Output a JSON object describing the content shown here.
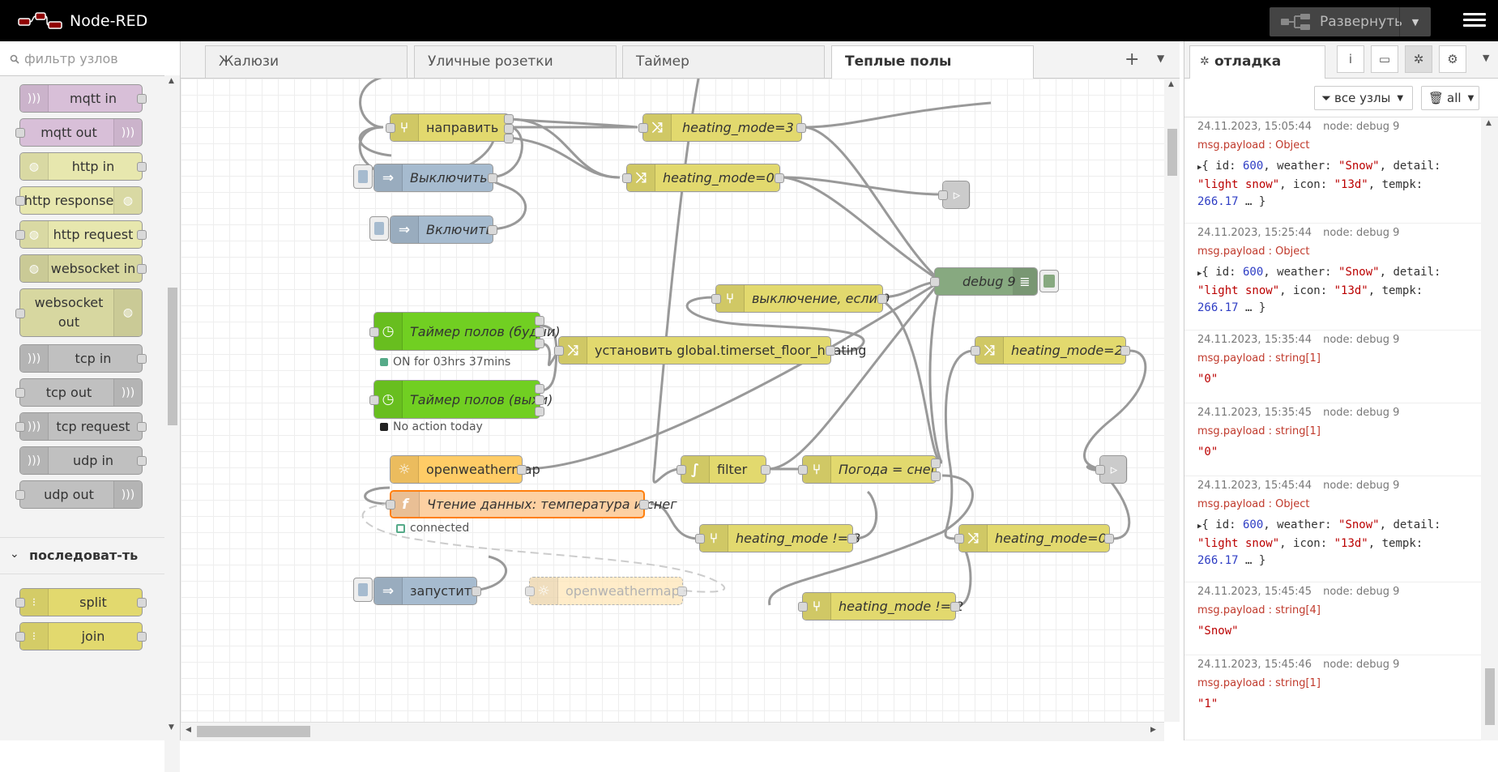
{
  "app": {
    "title": "Node-RED",
    "deploy_label": "Развернуть"
  },
  "palette": {
    "search_placeholder": "фильтр узлов",
    "nodes": [
      {
        "label": "mqtt in"
      },
      {
        "label": "mqtt out"
      },
      {
        "label": "http in"
      },
      {
        "label": "http response"
      },
      {
        "label": "http request"
      },
      {
        "label": "websocket in"
      },
      {
        "label_line1": "websocket",
        "label_line2": "out"
      },
      {
        "label": "tcp in"
      },
      {
        "label": "tcp out"
      },
      {
        "label": "tcp request"
      },
      {
        "label": "udp in"
      },
      {
        "label": "udp out"
      }
    ],
    "category_seq": "последоват-ть",
    "seq_nodes": [
      {
        "label": "split"
      },
      {
        "label": "join"
      }
    ]
  },
  "tabs": [
    {
      "label": "Жалюзи"
    },
    {
      "label": "Уличные розетки"
    },
    {
      "label": "Таймер"
    },
    {
      "label": "Теплые полы"
    }
  ],
  "flow": {
    "napravit": "направить",
    "heating3": "heating_mode=3",
    "vykl": "Выключить",
    "heating0a": "heating_mode=0",
    "vkl": "Включить",
    "debug9": "debug 9",
    "vykl_esli": "выключение, если 0",
    "timer_budni": "Таймер полов (будни)",
    "timer_budni_status": "ON for 03hrs 37mins",
    "ustanovit": "установить global.timerset_floor_heating",
    "heating2": "heating_mode=2",
    "timer_vykhi": "Таймер полов (выхи)",
    "timer_vykhi_status": "No action today",
    "owm": "openweathermap",
    "filter": "filter",
    "pogoda": "Погода = снег",
    "chtenie": "Чтение данных: температура и снег",
    "connected": "connected",
    "hm_ne3": "heating_mode != 3",
    "heating0b": "heating_mode=0",
    "zapustit": "запустить",
    "owm2": "openweathermap",
    "hm_ne2": "heating_mode != 2"
  },
  "sidebar": {
    "tab_label": "отладка",
    "filter_nodes": "все узлы",
    "clear_all": "all",
    "messages": [
      {
        "time": "24.11.2023, 15:05:44",
        "node": "node: debug 9",
        "topic": "msg.payload : Object",
        "type": "object"
      },
      {
        "time": "24.11.2023, 15:25:44",
        "node": "node: debug 9",
        "topic": "msg.payload : Object",
        "type": "object"
      },
      {
        "time": "24.11.2023, 15:35:44",
        "node": "node: debug 9",
        "topic": "msg.payload : string[1]",
        "value": "\"0\""
      },
      {
        "time": "24.11.2023, 15:35:45",
        "node": "node: debug 9",
        "topic": "msg.payload : string[1]",
        "value": "\"0\""
      },
      {
        "time": "24.11.2023, 15:45:44",
        "node": "node: debug 9",
        "topic": "msg.payload : Object",
        "type": "object"
      },
      {
        "time": "24.11.2023, 15:45:45",
        "node": "node: debug 9",
        "topic": "msg.payload : string[4]",
        "value": "\"Snow\""
      },
      {
        "time": "24.11.2023, 15:45:46",
        "node": "node: debug 9",
        "topic": "msg.payload : string[1]",
        "value": "\"1\""
      }
    ],
    "obj": {
      "id": "600",
      "weather": "\"Snow\"",
      "detail": "\"light snow\"",
      "icon": "\"13d\"",
      "tempk": "266.17"
    }
  }
}
